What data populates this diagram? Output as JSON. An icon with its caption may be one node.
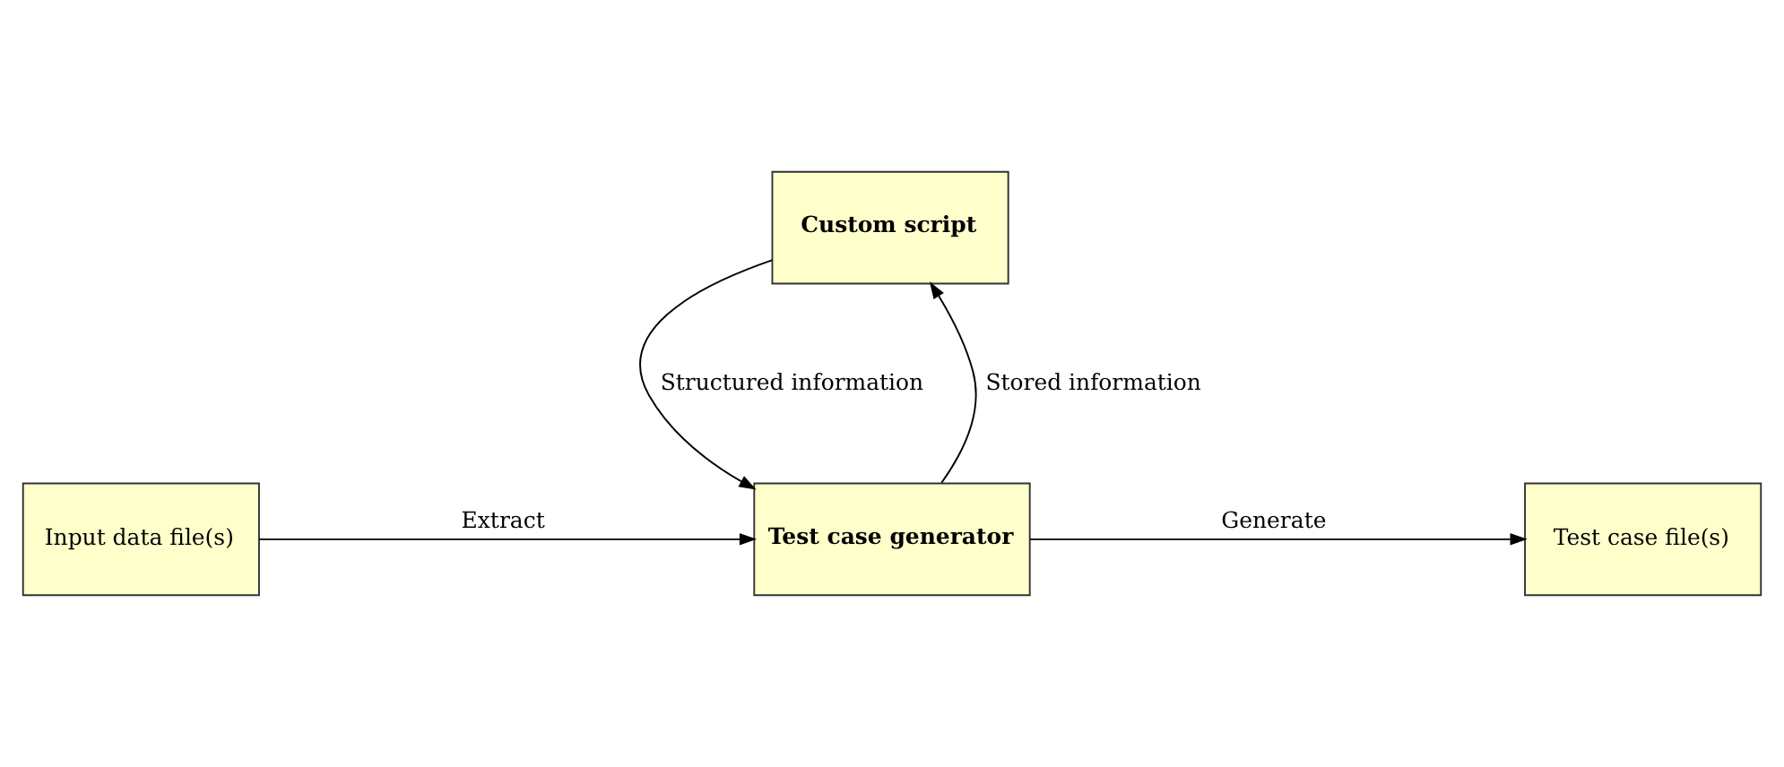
{
  "diagram": {
    "nodes": [
      {
        "text": [
          "Custom script"
        ]
      },
      {
        "text": [
          "Input data file(s)"
        ]
      },
      {
        "text": [
          "Test case generator"
        ]
      },
      {
        "text": [
          "Test case file(s)"
        ]
      }
    ],
    "edges": [
      {
        "from": 1,
        "to": 2,
        "arrow": "to",
        "label": "Extract"
      },
      {
        "from": 2,
        "to": 0,
        "arrow": "to",
        "label": "Stored information"
      },
      {
        "from": 0,
        "to": 2,
        "arrow": "to",
        "label": "Structured information"
      },
      {
        "from": 2,
        "to": 3,
        "arrow": "to",
        "label": "Generate"
      }
    ]
  }
}
